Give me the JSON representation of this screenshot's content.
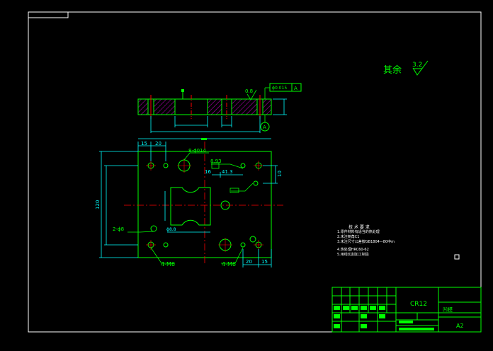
{
  "drawing": {
    "roughness_label": "其余",
    "roughness_value": "3.2",
    "section_roughness": "0.8",
    "datum_label": "A",
    "position_tolerance": "ϕ0.015",
    "tolerance_datum": "A"
  },
  "dimensions": {
    "top_width_15": "15",
    "top_width_20": "20",
    "hole_8x14": "8-ϕ014",
    "dim_8_93": "8.93",
    "dim_16": "16",
    "dim_41_3": "41.3",
    "overall_height": "120",
    "bottom_20": "20",
    "bottom_15": "15",
    "right_10": "10",
    "pin_holes": "2-ϕ8",
    "thread_left": "4-M6",
    "thread_right": "4-M6",
    "small_dim": "ϕ8.8"
  },
  "tech_notes": {
    "title": "技 术 要 求",
    "items": [
      "1.零件材料有适当的热处理",
      "2.未注倒角C1",
      "3.未注尺寸公差按GB1804—80中m",
      "4.热处理HRC60-62",
      "5.用线切割加工制造"
    ]
  },
  "title_block": {
    "material": "CR12",
    "part_name": "凹模",
    "sheet_size": "A2"
  },
  "colors": {
    "frame": "#ffffff",
    "part": "#00ff00",
    "center": "#ff0000",
    "dimension": "#00ffff",
    "hatch": "#ff00ff",
    "title_block": "#00ff00"
  }
}
